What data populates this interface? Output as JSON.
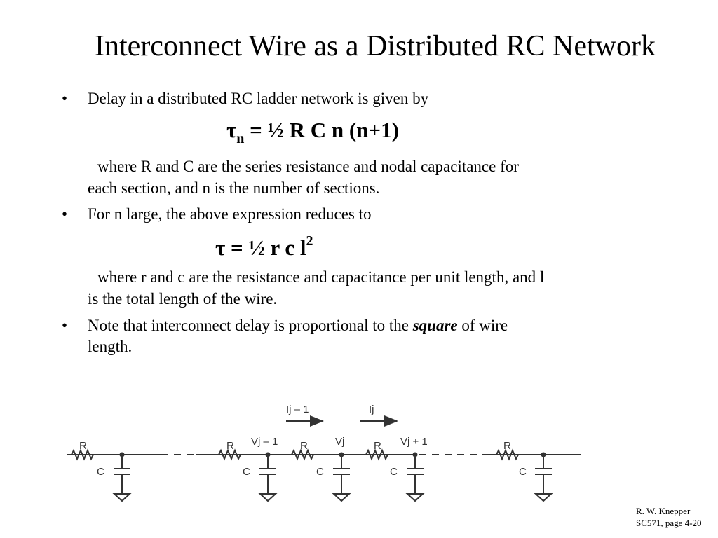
{
  "slide": {
    "title": "Interconnect Wire as a Distributed RC Network",
    "bullet_char": "•",
    "bullets": [
      {
        "text": "Delay in a distributed RC ladder network is given by"
      },
      {
        "text": "For n large, the above expression reduces to"
      },
      {
        "text_before": "Note that interconnect delay is proportional to the ",
        "emphasis": "square",
        "text_after": " of wire",
        "text_line2": "length."
      }
    ],
    "formula1": {
      "tau": "τ",
      "sub": "n",
      "rest": " = ½ R C n (n+1)"
    },
    "explanation1": {
      "line1": "where R and C are the series resistance and nodal capacitance for",
      "line2": "each section, and n is the number of sections."
    },
    "formula2": {
      "lhs": "τ = ½ r c l",
      "sup": "2"
    },
    "explanation2": {
      "line1": "where r and c are the resistance and capacitance per unit length, and l",
      "line2": "is the total length of the wire."
    }
  },
  "diagram": {
    "resistor_label": "R",
    "capacitor_label": "C",
    "current_labels": [
      "Ij – 1",
      "Ij"
    ],
    "node_labels": [
      "Vj – 1",
      "Vj",
      "Vj + 1"
    ]
  },
  "footer": {
    "author": "R. W. Knepper",
    "page": "SC571,  page 4-20"
  }
}
